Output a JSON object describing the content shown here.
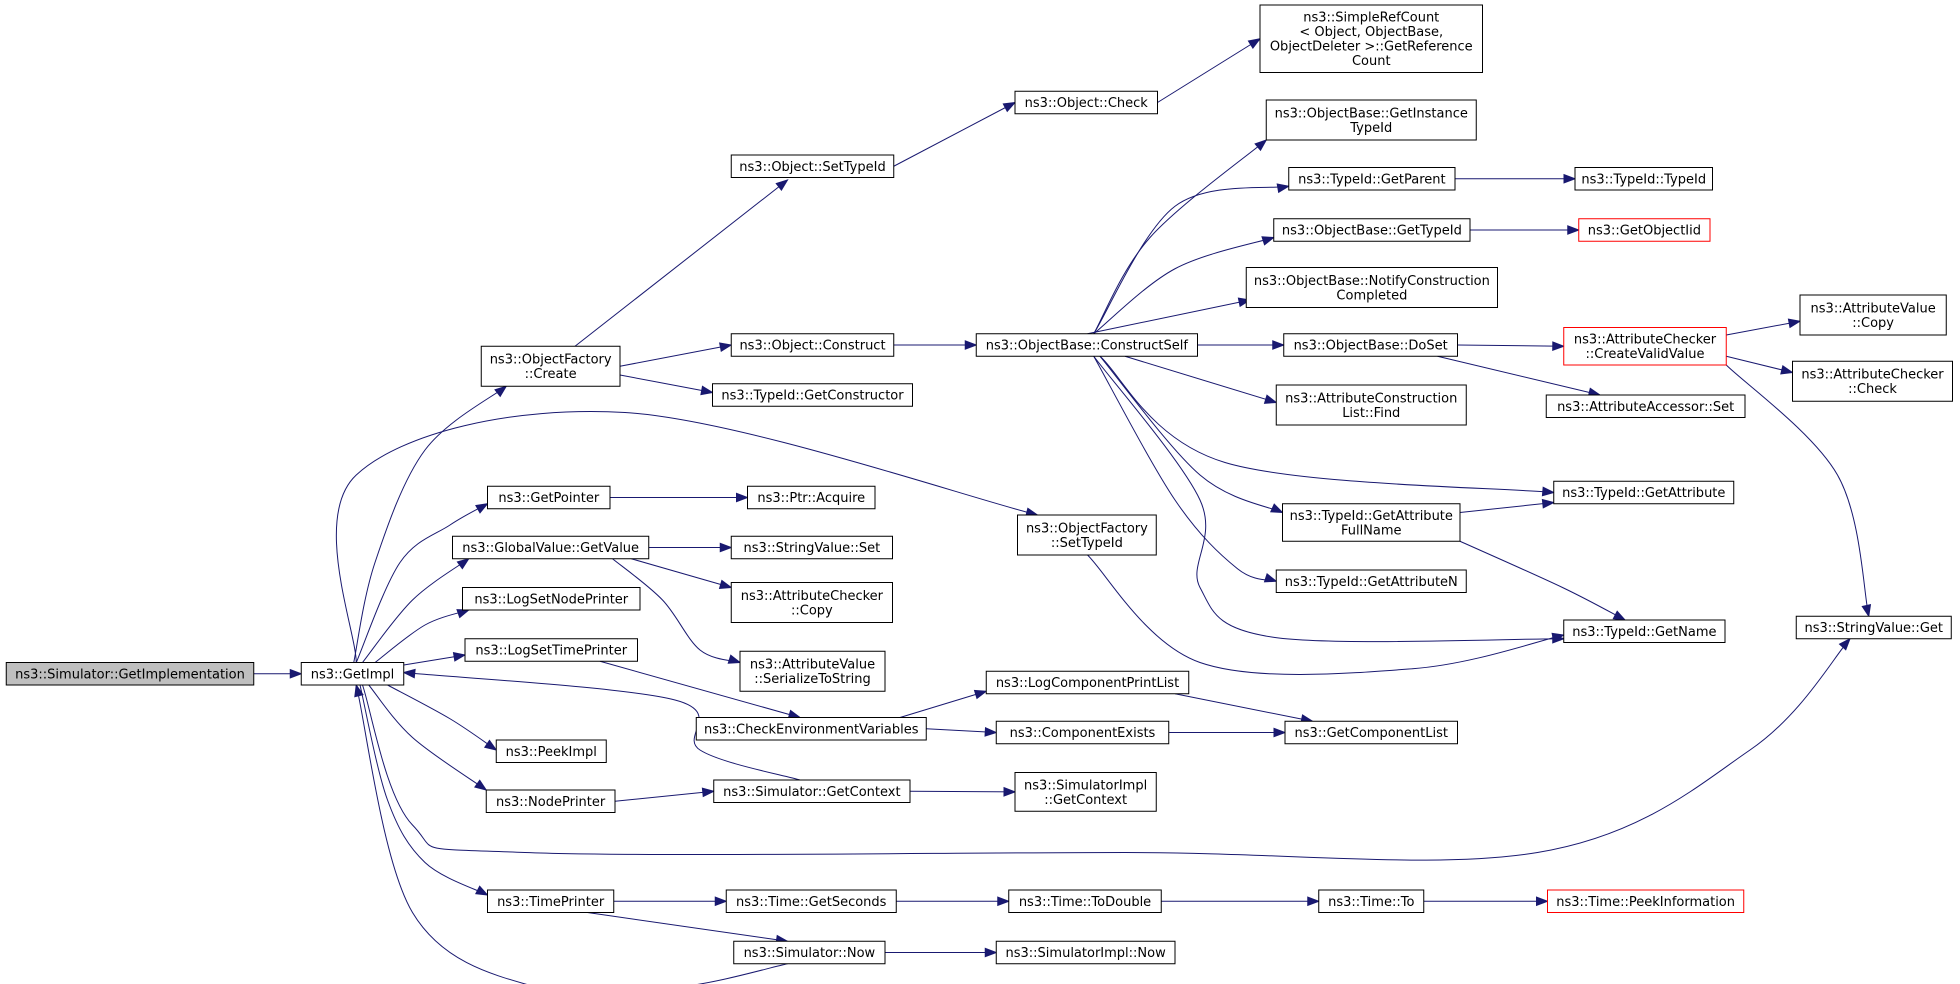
{
  "colors": {
    "edge": "#191970",
    "node_border": "#000000",
    "node_fill": "#ffffff",
    "root_fill": "#bfbfbf",
    "truncated_border": "#ff0000"
  },
  "nodes": [
    {
      "id": "root",
      "lines": [
        "ns3::Simulator::GetImplementation"
      ],
      "style": "root"
    },
    {
      "id": "getimpl",
      "lines": [
        "ns3::GetImpl"
      ]
    },
    {
      "id": "of_create",
      "lines": [
        "ns3::ObjectFactory",
        "::Create"
      ]
    },
    {
      "id": "obj_settypeid",
      "lines": [
        "ns3::Object::SetTypeId"
      ]
    },
    {
      "id": "obj_check",
      "lines": [
        "ns3::Object::Check"
      ]
    },
    {
      "id": "srefcount",
      "lines": [
        "ns3::SimpleRefCount",
        "< Object, ObjectBase,",
        "ObjectDeleter >::GetReference",
        "Count"
      ]
    },
    {
      "id": "obj_construct",
      "lines": [
        "ns3::Object::Construct"
      ]
    },
    {
      "id": "tid_getconstructor",
      "lines": [
        "ns3::TypeId::GetConstructor"
      ]
    },
    {
      "id": "ob_constructself",
      "lines": [
        "ns3::ObjectBase::ConstructSelf"
      ]
    },
    {
      "id": "ob_getinstancetypeid",
      "lines": [
        "ns3::ObjectBase::GetInstance",
        "TypeId"
      ]
    },
    {
      "id": "tid_getparent",
      "lines": [
        "ns3::TypeId::GetParent"
      ]
    },
    {
      "id": "tid_typeid",
      "lines": [
        "ns3::TypeId::TypeId"
      ]
    },
    {
      "id": "ob_gettypeid",
      "lines": [
        "ns3::ObjectBase::GetTypeId"
      ]
    },
    {
      "id": "getobjectiid",
      "lines": [
        "ns3::GetObjectIid"
      ],
      "style": "truncated"
    },
    {
      "id": "ob_notify",
      "lines": [
        "ns3::ObjectBase::NotifyConstruction",
        "Completed"
      ]
    },
    {
      "id": "ob_doset",
      "lines": [
        "ns3::ObjectBase::DoSet"
      ]
    },
    {
      "id": "ac_createvalid",
      "lines": [
        "ns3::AttributeChecker",
        "::CreateValidValue"
      ],
      "style": "truncated"
    },
    {
      "id": "av_copy",
      "lines": [
        "ns3::AttributeValue",
        "::Copy"
      ]
    },
    {
      "id": "ac_check",
      "lines": [
        "ns3::AttributeChecker",
        "::Check"
      ]
    },
    {
      "id": "aa_set",
      "lines": [
        "ns3::AttributeAccessor::Set"
      ]
    },
    {
      "id": "acl_find",
      "lines": [
        "ns3::AttributeConstruction",
        "List::Find"
      ]
    },
    {
      "id": "tid_getattribute",
      "lines": [
        "ns3::TypeId::GetAttribute"
      ]
    },
    {
      "id": "tid_getattrfullname",
      "lines": [
        "ns3::TypeId::GetAttribute",
        "FullName"
      ]
    },
    {
      "id": "tid_getattributen",
      "lines": [
        "ns3::TypeId::GetAttributeN"
      ]
    },
    {
      "id": "tid_getname",
      "lines": [
        "ns3::TypeId::GetName"
      ]
    },
    {
      "id": "sv_get",
      "lines": [
        "ns3::StringValue::Get"
      ]
    },
    {
      "id": "of_settypeid",
      "lines": [
        "ns3::ObjectFactory",
        "::SetTypeId"
      ]
    },
    {
      "id": "getpointer",
      "lines": [
        "ns3::GetPointer"
      ]
    },
    {
      "id": "ptr_acquire",
      "lines": [
        "ns3::Ptr::Acquire"
      ]
    },
    {
      "id": "gv_getvalue",
      "lines": [
        "ns3::GlobalValue::GetValue"
      ]
    },
    {
      "id": "sv_set",
      "lines": [
        "ns3::StringValue::Set"
      ]
    },
    {
      "id": "ac_copy",
      "lines": [
        "ns3::AttributeChecker",
        "::Copy"
      ]
    },
    {
      "id": "av_serialize",
      "lines": [
        "ns3::AttributeValue",
        "::SerializeToString"
      ]
    },
    {
      "id": "logsetnodeprinter",
      "lines": [
        "ns3::LogSetNodePrinter"
      ]
    },
    {
      "id": "logsettimeprinter",
      "lines": [
        "ns3::LogSetTimePrinter"
      ]
    },
    {
      "id": "checkenv",
      "lines": [
        "ns3::CheckEnvironmentVariables"
      ]
    },
    {
      "id": "logcompprintlist",
      "lines": [
        "ns3::LogComponentPrintList"
      ]
    },
    {
      "id": "componentexists",
      "lines": [
        "ns3::ComponentExists"
      ]
    },
    {
      "id": "getcomponentlist",
      "lines": [
        "ns3::GetComponentList"
      ]
    },
    {
      "id": "peekimpl",
      "lines": [
        "ns3::PeekImpl"
      ]
    },
    {
      "id": "nodeprinter",
      "lines": [
        "ns3::NodePrinter"
      ]
    },
    {
      "id": "sim_getcontext",
      "lines": [
        "ns3::Simulator::GetContext"
      ]
    },
    {
      "id": "simimpl_getcontext",
      "lines": [
        "ns3::SimulatorImpl",
        "::GetContext"
      ]
    },
    {
      "id": "timeprinter",
      "lines": [
        "ns3::TimePrinter"
      ]
    },
    {
      "id": "time_getseconds",
      "lines": [
        "ns3::Time::GetSeconds"
      ]
    },
    {
      "id": "time_todouble",
      "lines": [
        "ns3::Time::ToDouble"
      ]
    },
    {
      "id": "time_to",
      "lines": [
        "ns3::Time::To"
      ]
    },
    {
      "id": "time_peekinfo",
      "lines": [
        "ns3::Time::PeekInformation"
      ],
      "style": "truncated"
    },
    {
      "id": "sim_now",
      "lines": [
        "ns3::Simulator::Now"
      ]
    },
    {
      "id": "simimpl_now",
      "lines": [
        "ns3::SimulatorImpl::Now"
      ]
    }
  ],
  "edges": [
    [
      "root",
      "getimpl"
    ],
    [
      "getimpl",
      "of_create"
    ],
    [
      "getimpl",
      "of_settypeid"
    ],
    [
      "getimpl",
      "getpointer"
    ],
    [
      "getimpl",
      "gv_getvalue"
    ],
    [
      "getimpl",
      "logsetnodeprinter"
    ],
    [
      "getimpl",
      "logsettimeprinter"
    ],
    [
      "getimpl",
      "peekimpl"
    ],
    [
      "getimpl",
      "nodeprinter"
    ],
    [
      "getimpl",
      "timeprinter"
    ],
    [
      "getimpl",
      "sv_get"
    ],
    [
      "of_create",
      "obj_settypeid"
    ],
    [
      "of_create",
      "obj_construct"
    ],
    [
      "of_create",
      "tid_getconstructor"
    ],
    [
      "obj_settypeid",
      "obj_check"
    ],
    [
      "obj_check",
      "srefcount"
    ],
    [
      "obj_construct",
      "ob_constructself"
    ],
    [
      "ob_constructself",
      "ob_getinstancetypeid"
    ],
    [
      "ob_constructself",
      "tid_getparent"
    ],
    [
      "ob_constructself",
      "ob_gettypeid"
    ],
    [
      "ob_constructself",
      "ob_notify"
    ],
    [
      "ob_constructself",
      "ob_doset"
    ],
    [
      "ob_constructself",
      "acl_find"
    ],
    [
      "ob_constructself",
      "tid_getattribute"
    ],
    [
      "ob_constructself",
      "tid_getattrfullname"
    ],
    [
      "ob_constructself",
      "tid_getattributen"
    ],
    [
      "ob_constructself",
      "tid_getname"
    ],
    [
      "tid_getparent",
      "tid_typeid"
    ],
    [
      "ob_gettypeid",
      "getobjectiid"
    ],
    [
      "ob_doset",
      "ac_createvalid"
    ],
    [
      "ob_doset",
      "aa_set"
    ],
    [
      "ac_createvalid",
      "av_copy"
    ],
    [
      "ac_createvalid",
      "ac_check"
    ],
    [
      "ac_createvalid",
      "sv_get"
    ],
    [
      "tid_getattrfullname",
      "tid_getattribute"
    ],
    [
      "tid_getattrfullname",
      "tid_getname"
    ],
    [
      "of_settypeid",
      "tid_getname"
    ],
    [
      "getpointer",
      "ptr_acquire"
    ],
    [
      "gv_getvalue",
      "sv_set"
    ],
    [
      "gv_getvalue",
      "ac_copy"
    ],
    [
      "gv_getvalue",
      "av_serialize"
    ],
    [
      "logsettimeprinter",
      "checkenv"
    ],
    [
      "checkenv",
      "logcompprintlist"
    ],
    [
      "checkenv",
      "componentexists"
    ],
    [
      "logcompprintlist",
      "getcomponentlist"
    ],
    [
      "componentexists",
      "getcomponentlist"
    ],
    [
      "nodeprinter",
      "sim_getcontext"
    ],
    [
      "sim_getcontext",
      "getimpl"
    ],
    [
      "sim_getcontext",
      "simimpl_getcontext"
    ],
    [
      "timeprinter",
      "time_getseconds"
    ],
    [
      "timeprinter",
      "sim_now"
    ],
    [
      "time_getseconds",
      "time_todouble"
    ],
    [
      "time_todouble",
      "time_to"
    ],
    [
      "time_to",
      "time_peekinfo"
    ],
    [
      "sim_now",
      "getimpl"
    ],
    [
      "sim_now",
      "simimpl_now"
    ]
  ]
}
